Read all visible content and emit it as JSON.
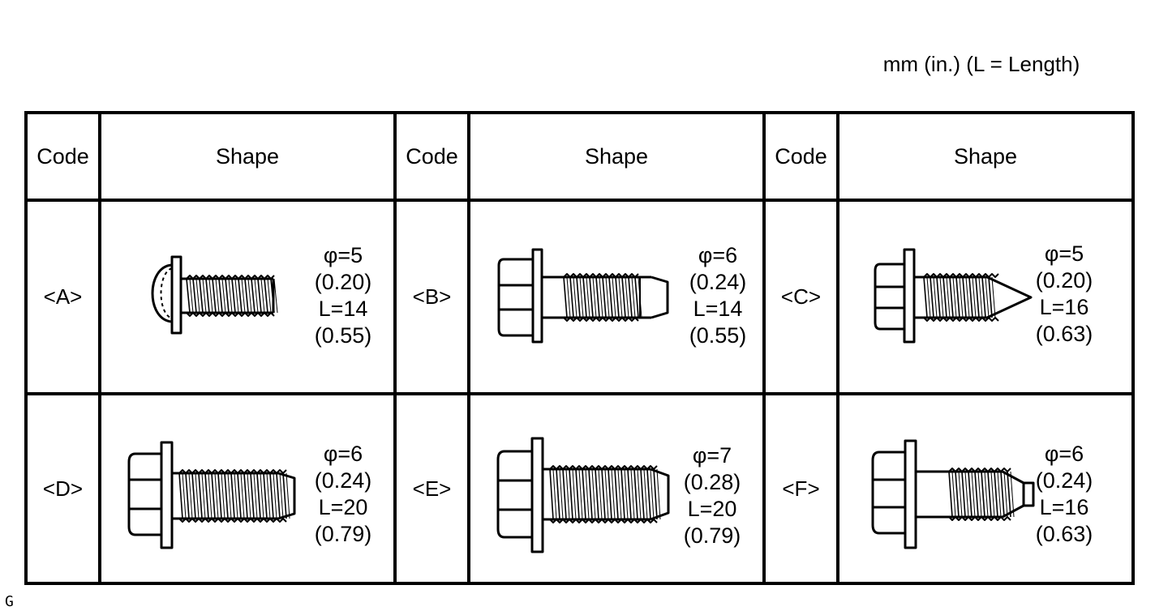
{
  "header": {
    "unit_note": "mm (in.) (L = Length)"
  },
  "table": {
    "col_code": "Code",
    "col_shape": "Shape",
    "rows": [
      [
        {
          "code": "<A>",
          "icon": "pan-head-screw-with-washer-icon",
          "dims": [
            "φ=5",
            "(0.20)",
            "L=14",
            "(0.55)"
          ]
        },
        {
          "code": "<B>",
          "icon": "hex-flange-bolt-pilot-point-icon",
          "dims": [
            "φ=6",
            "(0.24)",
            "L=14",
            "(0.55)"
          ]
        },
        {
          "code": "<C>",
          "icon": "hex-flange-tapping-screw-pointed-icon",
          "dims": [
            "φ=5",
            "(0.20)",
            "L=16",
            "(0.63)"
          ]
        }
      ],
      [
        {
          "code": "<D>",
          "icon": "hex-flange-bolt-pilot-point-icon",
          "dims": [
            "φ=6",
            "(0.24)",
            "L=20",
            "(0.79)"
          ]
        },
        {
          "code": "<E>",
          "icon": "hex-flange-bolt-pilot-point-icon",
          "dims": [
            "φ=7",
            "(0.28)",
            "L=20",
            "(0.79)"
          ]
        },
        {
          "code": "<F>",
          "icon": "hex-flange-bolt-tapered-point-icon",
          "dims": [
            "φ=6",
            "(0.24)",
            "L=16",
            "(0.63)"
          ]
        }
      ]
    ]
  },
  "footer": {
    "figure_code": "G"
  }
}
